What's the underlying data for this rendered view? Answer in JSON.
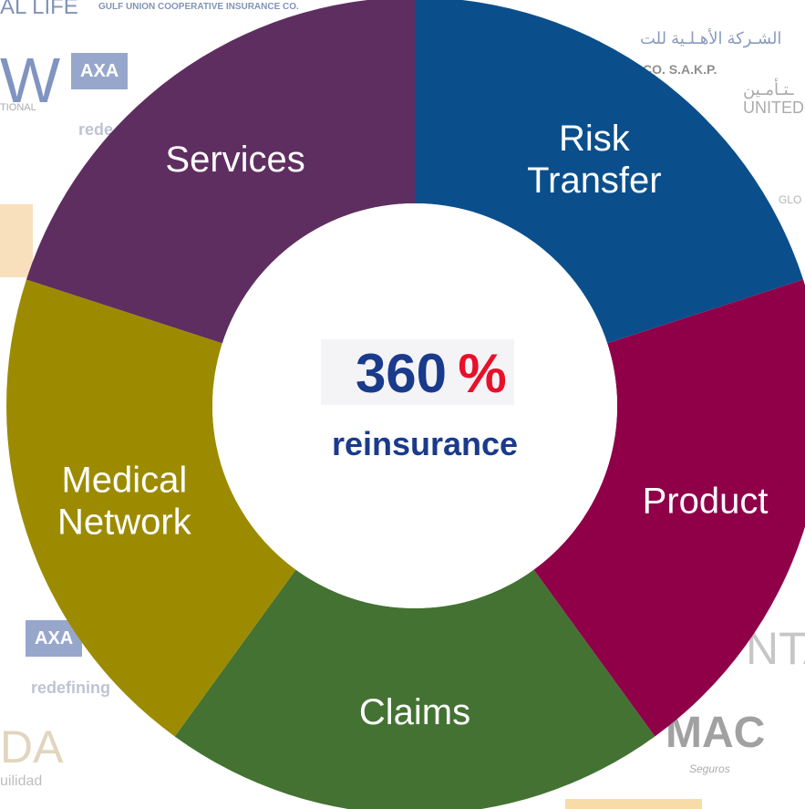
{
  "background_logos": {
    "al_life": "AL LIFE",
    "gulf_union": "GULF UNION COOPERATIVE INSURANCE CO.",
    "al_ahlia_arabic": "الشـركة الأهـلـية للت",
    "co_sakp": "CO. S.A.K.P.",
    "united_arabic": "ـتـأمـين",
    "united": "UNITED I",
    "international": "TIONAL",
    "axa": "AXA",
    "redefining_short": "rede",
    "redefining": "redefining",
    "glo": "GLO",
    "nta": "NTA",
    "mac": "MAC",
    "seguros": "Seguros",
    "da": "DA",
    "uilidad": "uilidad"
  },
  "wheel": {
    "center": {
      "main_number": "360",
      "main_symbol": "%",
      "subtitle": "reinsurance"
    },
    "segments": [
      {
        "lines": [
          "Risk",
          "Transfer"
        ],
        "color": "#0a4f8c"
      },
      {
        "lines": [
          "Product"
        ],
        "color": "#8f0049"
      },
      {
        "lines": [
          "Claims"
        ],
        "color": "#437232"
      },
      {
        "lines": [
          "Medical",
          "Network"
        ],
        "color": "#9c8b00"
      },
      {
        "lines": [
          "Services"
        ],
        "color": "#5f2e60"
      }
    ]
  },
  "colors": {
    "center_text": "#1a3a8c",
    "percent_slash": "#e8102a"
  }
}
